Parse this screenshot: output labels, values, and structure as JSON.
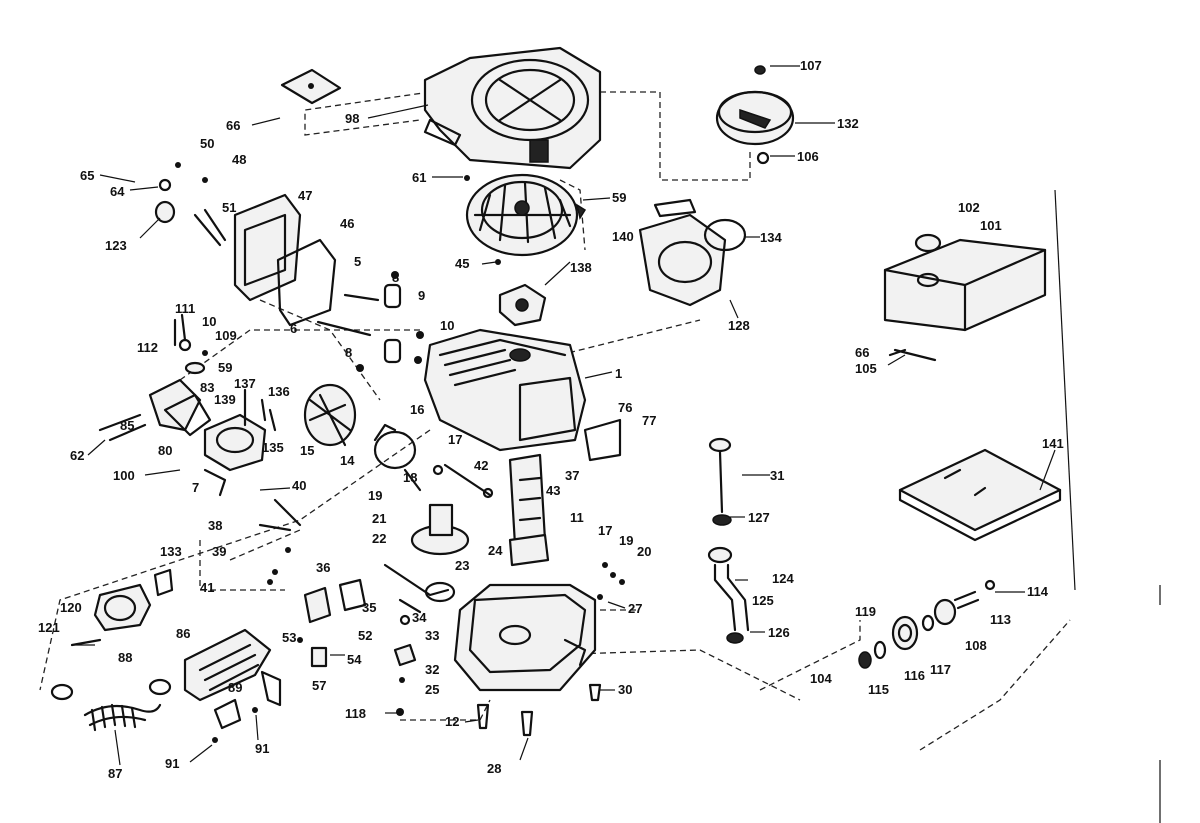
{
  "labels": [
    {
      "id": "l66a",
      "text": "66"
    },
    {
      "id": "l98",
      "text": "98"
    },
    {
      "id": "l107",
      "text": "107"
    },
    {
      "id": "l132",
      "text": "132"
    },
    {
      "id": "l106",
      "text": "106"
    },
    {
      "id": "l50",
      "text": "50"
    },
    {
      "id": "l48",
      "text": "48"
    },
    {
      "id": "l65",
      "text": "65"
    },
    {
      "id": "l64",
      "text": "64"
    },
    {
      "id": "l61",
      "text": "61"
    },
    {
      "id": "l59a",
      "text": "59"
    },
    {
      "id": "l47",
      "text": "47"
    },
    {
      "id": "l51",
      "text": "51"
    },
    {
      "id": "l123",
      "text": "123"
    },
    {
      "id": "l46",
      "text": "46"
    },
    {
      "id": "l140",
      "text": "140"
    },
    {
      "id": "l134",
      "text": "134"
    },
    {
      "id": "l102",
      "text": "102"
    },
    {
      "id": "l101",
      "text": "101"
    },
    {
      "id": "l45",
      "text": "45"
    },
    {
      "id": "l138",
      "text": "138"
    },
    {
      "id": "l5",
      "text": "5"
    },
    {
      "id": "l8a",
      "text": "8"
    },
    {
      "id": "l9",
      "text": "9"
    },
    {
      "id": "l6",
      "text": "6"
    },
    {
      "id": "l10a",
      "text": "10"
    },
    {
      "id": "l128",
      "text": "128"
    },
    {
      "id": "l111",
      "text": "111"
    },
    {
      "id": "l10b",
      "text": "10"
    },
    {
      "id": "l109",
      "text": "109"
    },
    {
      "id": "l112",
      "text": "112"
    },
    {
      "id": "l59b",
      "text": "59"
    },
    {
      "id": "l8b",
      "text": "8"
    },
    {
      "id": "l1",
      "text": "1"
    },
    {
      "id": "l66b",
      "text": "66"
    },
    {
      "id": "l105",
      "text": "105"
    },
    {
      "id": "l83",
      "text": "83"
    },
    {
      "id": "l137",
      "text": "137"
    },
    {
      "id": "l136",
      "text": "136"
    },
    {
      "id": "l139",
      "text": "139"
    },
    {
      "id": "l76",
      "text": "76"
    },
    {
      "id": "l77",
      "text": "77"
    },
    {
      "id": "l62",
      "text": "62"
    },
    {
      "id": "l85",
      "text": "85"
    },
    {
      "id": "l80",
      "text": "80"
    },
    {
      "id": "l135",
      "text": "135"
    },
    {
      "id": "l15",
      "text": "15"
    },
    {
      "id": "l16",
      "text": "16"
    },
    {
      "id": "l14",
      "text": "14"
    },
    {
      "id": "l17a",
      "text": "17"
    },
    {
      "id": "l42",
      "text": "42"
    },
    {
      "id": "l37",
      "text": "37"
    },
    {
      "id": "l43",
      "text": "43"
    },
    {
      "id": "l31",
      "text": "31"
    },
    {
      "id": "l141",
      "text": "141"
    },
    {
      "id": "l100",
      "text": "100"
    },
    {
      "id": "l7",
      "text": "7"
    },
    {
      "id": "l40",
      "text": "40"
    },
    {
      "id": "l19a",
      "text": "19"
    },
    {
      "id": "l18",
      "text": "18"
    },
    {
      "id": "l21",
      "text": "21"
    },
    {
      "id": "l11",
      "text": "11"
    },
    {
      "id": "l127",
      "text": "127"
    },
    {
      "id": "l38",
      "text": "38"
    },
    {
      "id": "l22",
      "text": "22"
    },
    {
      "id": "l17b",
      "text": "17"
    },
    {
      "id": "l19b",
      "text": "19"
    },
    {
      "id": "l20",
      "text": "20"
    },
    {
      "id": "l39",
      "text": "39"
    },
    {
      "id": "l24",
      "text": "24"
    },
    {
      "id": "l133",
      "text": "133"
    },
    {
      "id": "l23",
      "text": "23"
    },
    {
      "id": "l36",
      "text": "36"
    },
    {
      "id": "l41",
      "text": "41"
    },
    {
      "id": "l124",
      "text": "124"
    },
    {
      "id": "l125",
      "text": "125"
    },
    {
      "id": "l114",
      "text": "114"
    },
    {
      "id": "l120",
      "text": "120"
    },
    {
      "id": "l27",
      "text": "27"
    },
    {
      "id": "l35",
      "text": "35"
    },
    {
      "id": "l34",
      "text": "34"
    },
    {
      "id": "l113",
      "text": "113"
    },
    {
      "id": "l119",
      "text": "119"
    },
    {
      "id": "l121",
      "text": "121"
    },
    {
      "id": "l86",
      "text": "86"
    },
    {
      "id": "l53",
      "text": "53"
    },
    {
      "id": "l52",
      "text": "52"
    },
    {
      "id": "l33",
      "text": "33"
    },
    {
      "id": "l126",
      "text": "126"
    },
    {
      "id": "l108",
      "text": "108"
    },
    {
      "id": "l88",
      "text": "88"
    },
    {
      "id": "l54",
      "text": "54"
    },
    {
      "id": "l118a",
      "text": "118"
    },
    {
      "id": "l117",
      "text": "117"
    },
    {
      "id": "l32",
      "text": "32"
    },
    {
      "id": "l57",
      "text": "57"
    },
    {
      "id": "l104",
      "text": "104"
    },
    {
      "id": "l116",
      "text": "116"
    },
    {
      "id": "l89",
      "text": "89"
    },
    {
      "id": "l25",
      "text": "25"
    },
    {
      "id": "l115",
      "text": "115"
    },
    {
      "id": "l30",
      "text": "30"
    },
    {
      "id": "l118b",
      "text": "118"
    },
    {
      "id": "l12",
      "text": "12"
    },
    {
      "id": "l91a",
      "text": "91"
    },
    {
      "id": "l91b",
      "text": "91"
    },
    {
      "id": "l87",
      "text": "87"
    },
    {
      "id": "l28",
      "text": "28"
    }
  ]
}
